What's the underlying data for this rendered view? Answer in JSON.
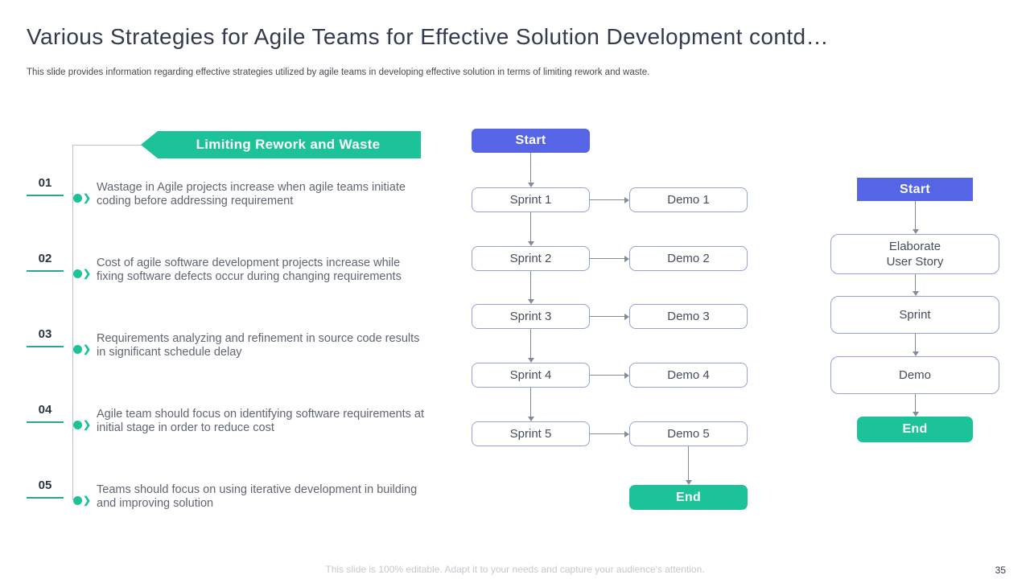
{
  "slide": {
    "title": "Various Strategies for Agile Teams for Effective Solution Development contd…",
    "subtitle": "This slide provides information regarding effective strategies utilized by agile teams in developing effective solution in terms of limiting rework and waste.",
    "footer_note": "This slide is 100% editable. Adapt it to your needs and capture your audience's attention.",
    "page_number": "35"
  },
  "banner": {
    "label": "Limiting Rework and Waste"
  },
  "list": {
    "items": [
      {
        "number": "01",
        "text": "Wastage in Agile projects increase when agile teams initiate coding before addressing requirement"
      },
      {
        "number": "02",
        "text": "Cost of agile software development projects increase while fixing software defects occur during changing requirements"
      },
      {
        "number": "03",
        "text": "Requirements analyzing and refinement in source code results in significant schedule delay"
      },
      {
        "number": "04",
        "text": "Agile team should focus on identifying software requirements at initial stage in order to reduce cost"
      },
      {
        "number": "05",
        "text": "Teams should focus on using iterative development in building and improving solution"
      }
    ]
  },
  "flow_main": {
    "start_label": "Start",
    "end_label": "End",
    "rows": [
      {
        "sprint": "Sprint 1",
        "demo": "Demo 1"
      },
      {
        "sprint": "Sprint 2",
        "demo": "Demo 2"
      },
      {
        "sprint": "Sprint 3",
        "demo": "Demo 3"
      },
      {
        "sprint": "Sprint 4",
        "demo": "Demo 4"
      },
      {
        "sprint": "Sprint 5",
        "demo": "Demo 5"
      }
    ]
  },
  "flow_right": {
    "start_label": "Start",
    "steps": [
      {
        "label": "Elaborate\nUser Story"
      },
      {
        "label": "Sprint"
      },
      {
        "label": "Demo"
      }
    ],
    "end_label": "End"
  },
  "icons": {
    "bullet_chevron": "❯"
  },
  "colors": {
    "accent_green": "#1cc298",
    "accent_blue": "#5565e5",
    "box_border": "#94a2d3",
    "arrow": "#838b96"
  }
}
